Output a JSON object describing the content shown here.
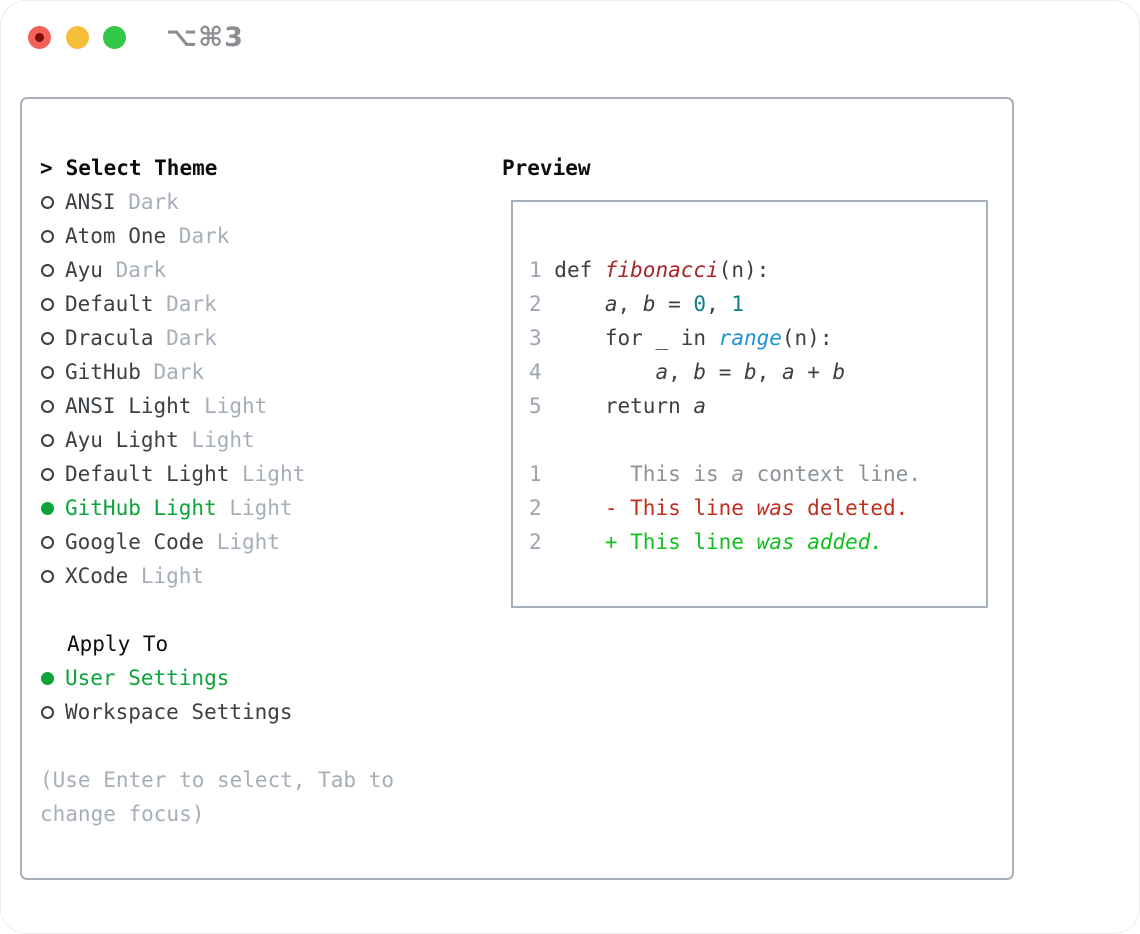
{
  "window": {
    "title": "⌥⌘3",
    "traffic_lights": [
      {
        "name": "close",
        "color": "#f4605a"
      },
      {
        "name": "minimize",
        "color": "#f6bd3a"
      },
      {
        "name": "zoom",
        "color": "#33c748"
      }
    ]
  },
  "theme_panel": {
    "header_caret": ">",
    "header": "Select Theme",
    "themes": [
      {
        "name": "ANSI",
        "variant": "Dark",
        "selected": false
      },
      {
        "name": "Atom One",
        "variant": "Dark",
        "selected": false
      },
      {
        "name": "Ayu",
        "variant": "Dark",
        "selected": false
      },
      {
        "name": "Default",
        "variant": "Dark",
        "selected": false
      },
      {
        "name": "Dracula",
        "variant": "Dark",
        "selected": false
      },
      {
        "name": "GitHub",
        "variant": "Dark",
        "selected": false
      },
      {
        "name": "ANSI Light",
        "variant": "Light",
        "selected": false
      },
      {
        "name": "Ayu Light",
        "variant": "Light",
        "selected": false
      },
      {
        "name": "Default Light",
        "variant": "Light",
        "selected": false
      },
      {
        "name": "GitHub Light",
        "variant": "Light",
        "selected": true
      },
      {
        "name": "Google Code",
        "variant": "Light",
        "selected": false
      },
      {
        "name": "XCode",
        "variant": "Light",
        "selected": false
      }
    ],
    "apply_to": {
      "header": "Apply To",
      "options": [
        {
          "label": "User Settings",
          "selected": true
        },
        {
          "label": "Workspace Settings",
          "selected": false
        }
      ]
    },
    "help_lines": [
      "(Use Enter to select, Tab to",
      "change focus)"
    ]
  },
  "preview": {
    "header": "Preview",
    "code_lines": [
      {
        "num": "1",
        "segments": [
          [
            "def ",
            "plain"
          ],
          [
            "fibonacci",
            "func"
          ],
          [
            "(n):",
            "plain"
          ]
        ]
      },
      {
        "num": "2",
        "segments": [
          [
            "    ",
            "plain"
          ],
          [
            "a",
            "var"
          ],
          [
            ", ",
            "plain"
          ],
          [
            "b",
            "var"
          ],
          [
            " = ",
            "plain"
          ],
          [
            "0",
            "numlit"
          ],
          [
            ", ",
            "plain"
          ],
          [
            "1",
            "numlit"
          ]
        ]
      },
      {
        "num": "3",
        "segments": [
          [
            "    for _ in ",
            "plain"
          ],
          [
            "range",
            "builtin"
          ],
          [
            "(n):",
            "plain"
          ]
        ]
      },
      {
        "num": "4",
        "segments": [
          [
            "        ",
            "plain"
          ],
          [
            "a",
            "var"
          ],
          [
            ", ",
            "plain"
          ],
          [
            "b",
            "var"
          ],
          [
            " = ",
            "plain"
          ],
          [
            "b",
            "var"
          ],
          [
            ", ",
            "plain"
          ],
          [
            "a",
            "var"
          ],
          [
            " + ",
            "plain"
          ],
          [
            "b",
            "var"
          ]
        ]
      },
      {
        "num": "5",
        "segments": [
          [
            "    return ",
            "plain"
          ],
          [
            "a",
            "var"
          ]
        ]
      },
      {
        "num": "",
        "segments": []
      },
      {
        "num": "1",
        "segments": [
          [
            "      This is ",
            "context"
          ],
          [
            "a",
            "context-em"
          ],
          [
            " context line.",
            "context"
          ]
        ]
      },
      {
        "num": "2",
        "segments": [
          [
            "    - This line ",
            "del"
          ],
          [
            "was",
            "del-em"
          ],
          [
            " deleted.",
            "del"
          ]
        ]
      },
      {
        "num": "2",
        "segments": [
          [
            "    + This line ",
            "add"
          ],
          [
            "was",
            "add-em"
          ],
          [
            " ",
            "add"
          ],
          [
            "added.",
            "add-em"
          ]
        ]
      }
    ]
  },
  "colors": {
    "panel_border": "#a7b0ba",
    "selection_green": "#0ba43a",
    "added_green": "#0fc01d",
    "deleted_red": "#c22e1d",
    "keyword_red": "#a8242a",
    "number_teal": "#0e7f8a",
    "builtin_blue": "#1d93d1",
    "muted_gray": "#a6aeb8",
    "text_dark": "#3b4045"
  }
}
